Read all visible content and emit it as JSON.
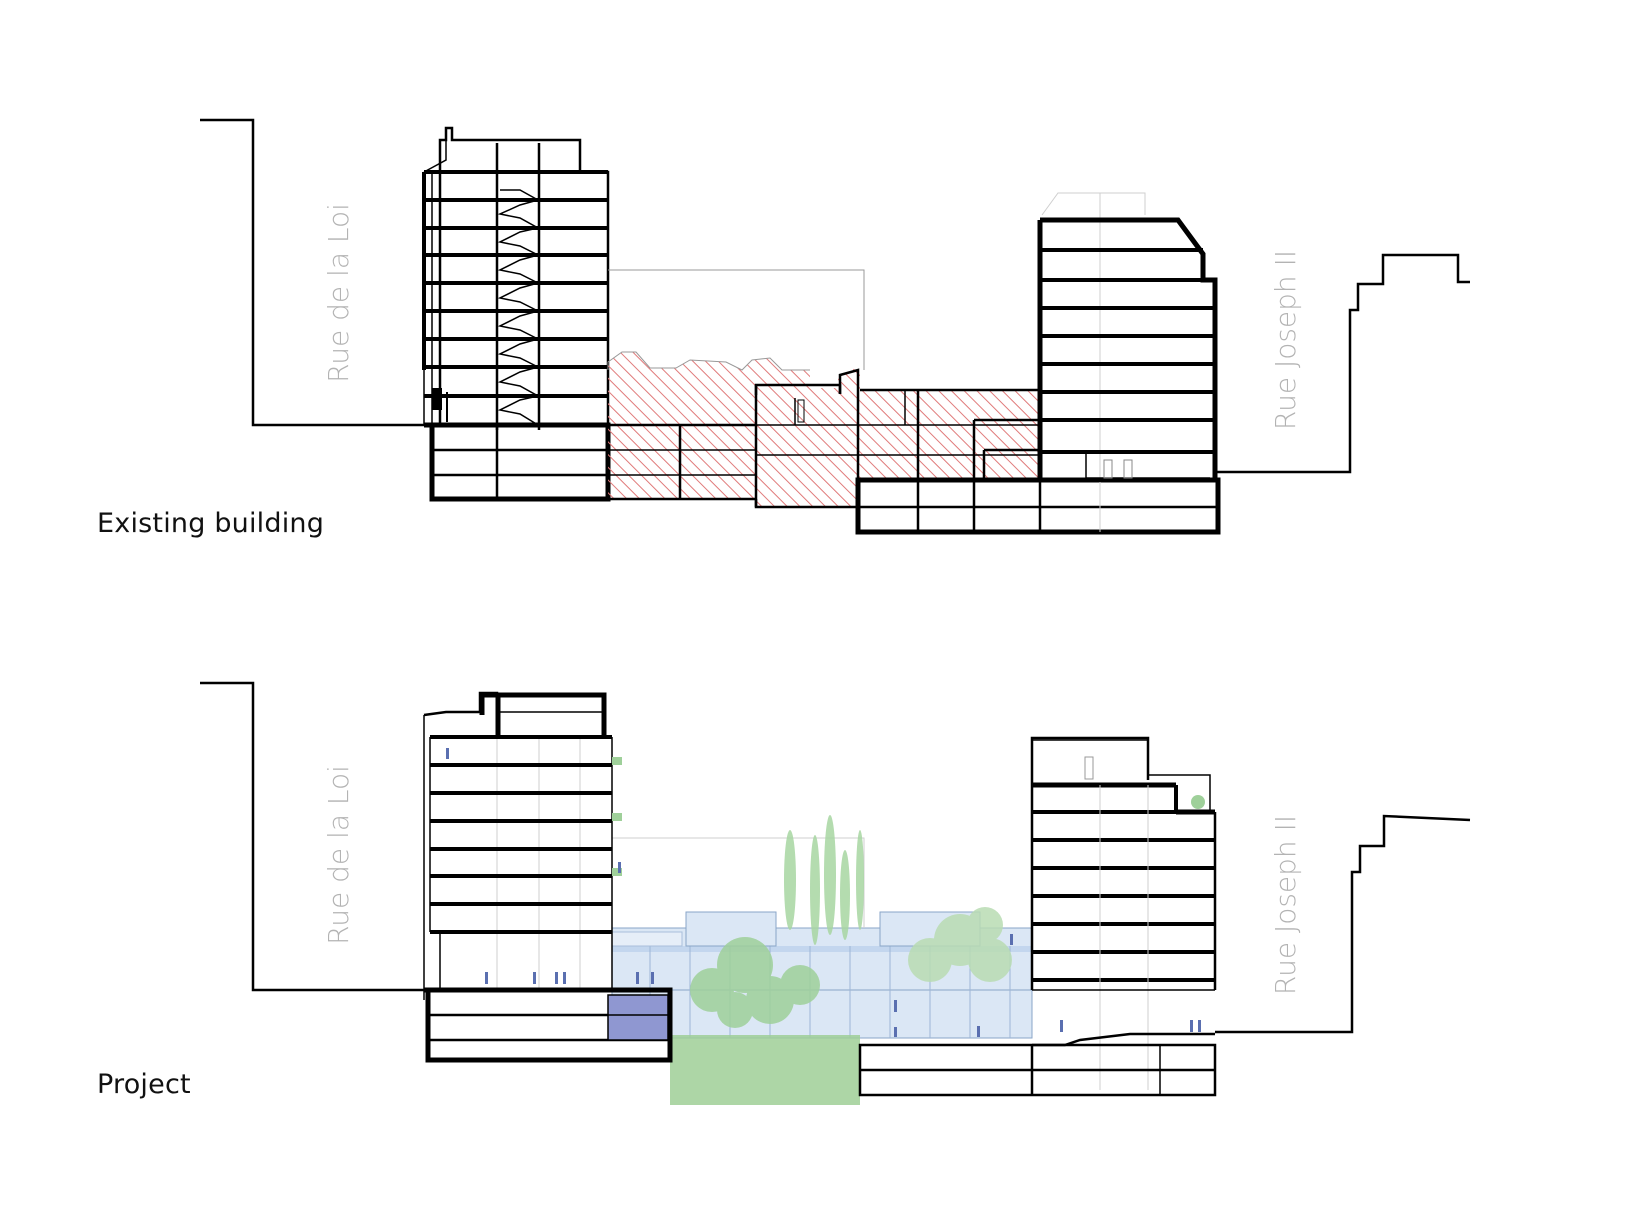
{
  "sections": {
    "existing": {
      "label": "Existing building",
      "street_left": "Rue de la Loi",
      "street_right": "Rue Joseph II"
    },
    "project": {
      "label": "Project",
      "street_left": "Rue de la Loi",
      "street_right": "Rue Joseph II"
    }
  },
  "colors": {
    "line": "#000000",
    "street_label": "#b3b3b3",
    "demolition_hatch": "#e07a7a",
    "glass": "#cfe0f2",
    "vegetation": "#9fd09a",
    "people": "#5a6fb0",
    "storage_block": "#8f97d1"
  }
}
